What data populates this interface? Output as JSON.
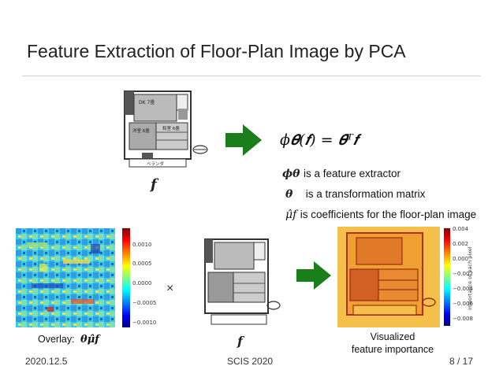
{
  "slide": {
    "title": "Feature Extraction of Floor-Plan Image by PCA"
  },
  "top": {
    "image_label": "𝒇",
    "equation": "ϕ𝜽(𝒇) = 𝜽ᵀ𝒇",
    "definitions": [
      {
        "symbol": "ϕ𝜽",
        "text": "is a feature extractor"
      },
      {
        "symbol": "𝜽",
        "text": "is a transformation matrix"
      },
      {
        "symbol": "μ̂f",
        "text": "is coefficients for the floor-plan image"
      }
    ]
  },
  "bottom": {
    "overlay_caption": "Overlay:",
    "overlay_math": "𝜽μ̂f",
    "times_sign": "×",
    "image_label": "𝒇",
    "visualized_caption_line1": "Visualized",
    "visualized_caption_line2": "feature importance",
    "colorbar_left_ticks": [
      "0.0010",
      "0.0005",
      "0.0000",
      "−0.0005",
      "−0.0010"
    ],
    "colorbar_right_ticks": [
      "0.004",
      "0.002",
      "0.000",
      "−0.002",
      "−0.004",
      "−0.006",
      "−0.008"
    ],
    "colorbar_right_label": "importance of each pixel"
  },
  "floorplan_labels": {
    "room1": "DK 7畳",
    "room2": "洋室 6畳",
    "room3": "和室 6畳",
    "balcony": "ベランダ"
  },
  "footer": {
    "date": "2020.12.5",
    "venue": "SCIS 2020",
    "page": "8 / 17"
  },
  "colors": {
    "arrow_green": "#1a7f1a",
    "rule": "#cfcfcf"
  }
}
